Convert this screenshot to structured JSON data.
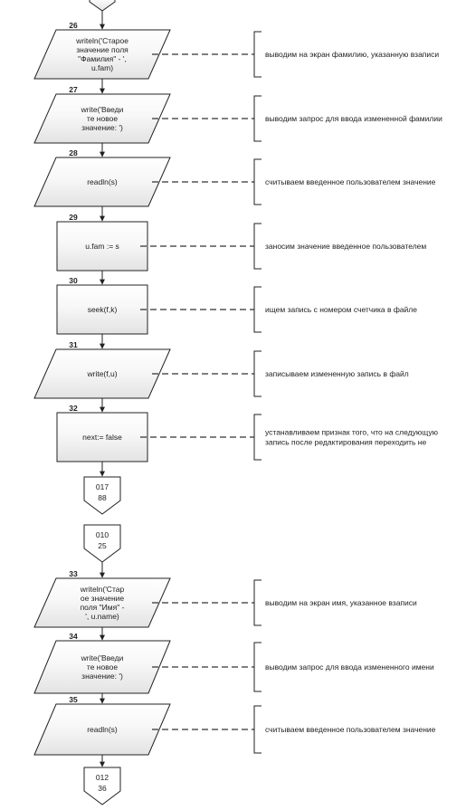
{
  "blocks": [
    {
      "num": "26",
      "shape": "io",
      "lines": [
        "writeln('Старое",
        "значение поля",
        "\"Фамилия\" - ',",
        "u.fam)"
      ],
      "comment": [
        "выводим на экран фамилию, указанную взаписи"
      ]
    },
    {
      "num": "27",
      "shape": "io",
      "lines": [
        "write('Введи",
        "те новое",
        "значение: ')"
      ],
      "comment": [
        "выводим запрос для ввода измененной фамилии"
      ]
    },
    {
      "num": "28",
      "shape": "io",
      "lines": [
        "readln(s)"
      ],
      "comment": [
        "считываем введенное пользователем значение"
      ]
    },
    {
      "num": "29",
      "shape": "process",
      "lines": [
        "u.fam := s"
      ],
      "comment": [
        "заносим значение введенное пользователем"
      ]
    },
    {
      "num": "30",
      "shape": "process",
      "lines": [
        "seek(f,k)"
      ],
      "comment": [
        "ищем запись с номером счетчика в файле"
      ]
    },
    {
      "num": "31",
      "shape": "io",
      "lines": [
        "write(f,u)"
      ],
      "comment": [
        "записываем измененную запись в файл"
      ]
    },
    {
      "num": "32",
      "shape": "process",
      "lines": [
        "next:= false"
      ],
      "comment": [
        "устанавливаем признак того, что на следующую",
        "запись после редактирования переходить не"
      ]
    },
    {
      "num": "33",
      "shape": "io",
      "lines": [
        "writeln('Стар",
        "ое значение",
        "поля \"Имя\" -",
        "', u.name)"
      ],
      "comment": [
        "выводим на экран имя, указанное взаписи"
      ]
    },
    {
      "num": "34",
      "shape": "io",
      "lines": [
        "write('Введи",
        "те новое",
        "значение: ')"
      ],
      "comment": [
        "выводим запрос для ввода измененного имени"
      ]
    },
    {
      "num": "35",
      "shape": "io",
      "lines": [
        "readln(s)"
      ],
      "comment": [
        "считываем введенное пользователем значение"
      ]
    }
  ],
  "connectors": [
    {
      "lines": [
        "017",
        "88"
      ]
    },
    {
      "lines": [
        "010",
        "25"
      ]
    },
    {
      "lines": [
        "012",
        "36"
      ]
    }
  ]
}
